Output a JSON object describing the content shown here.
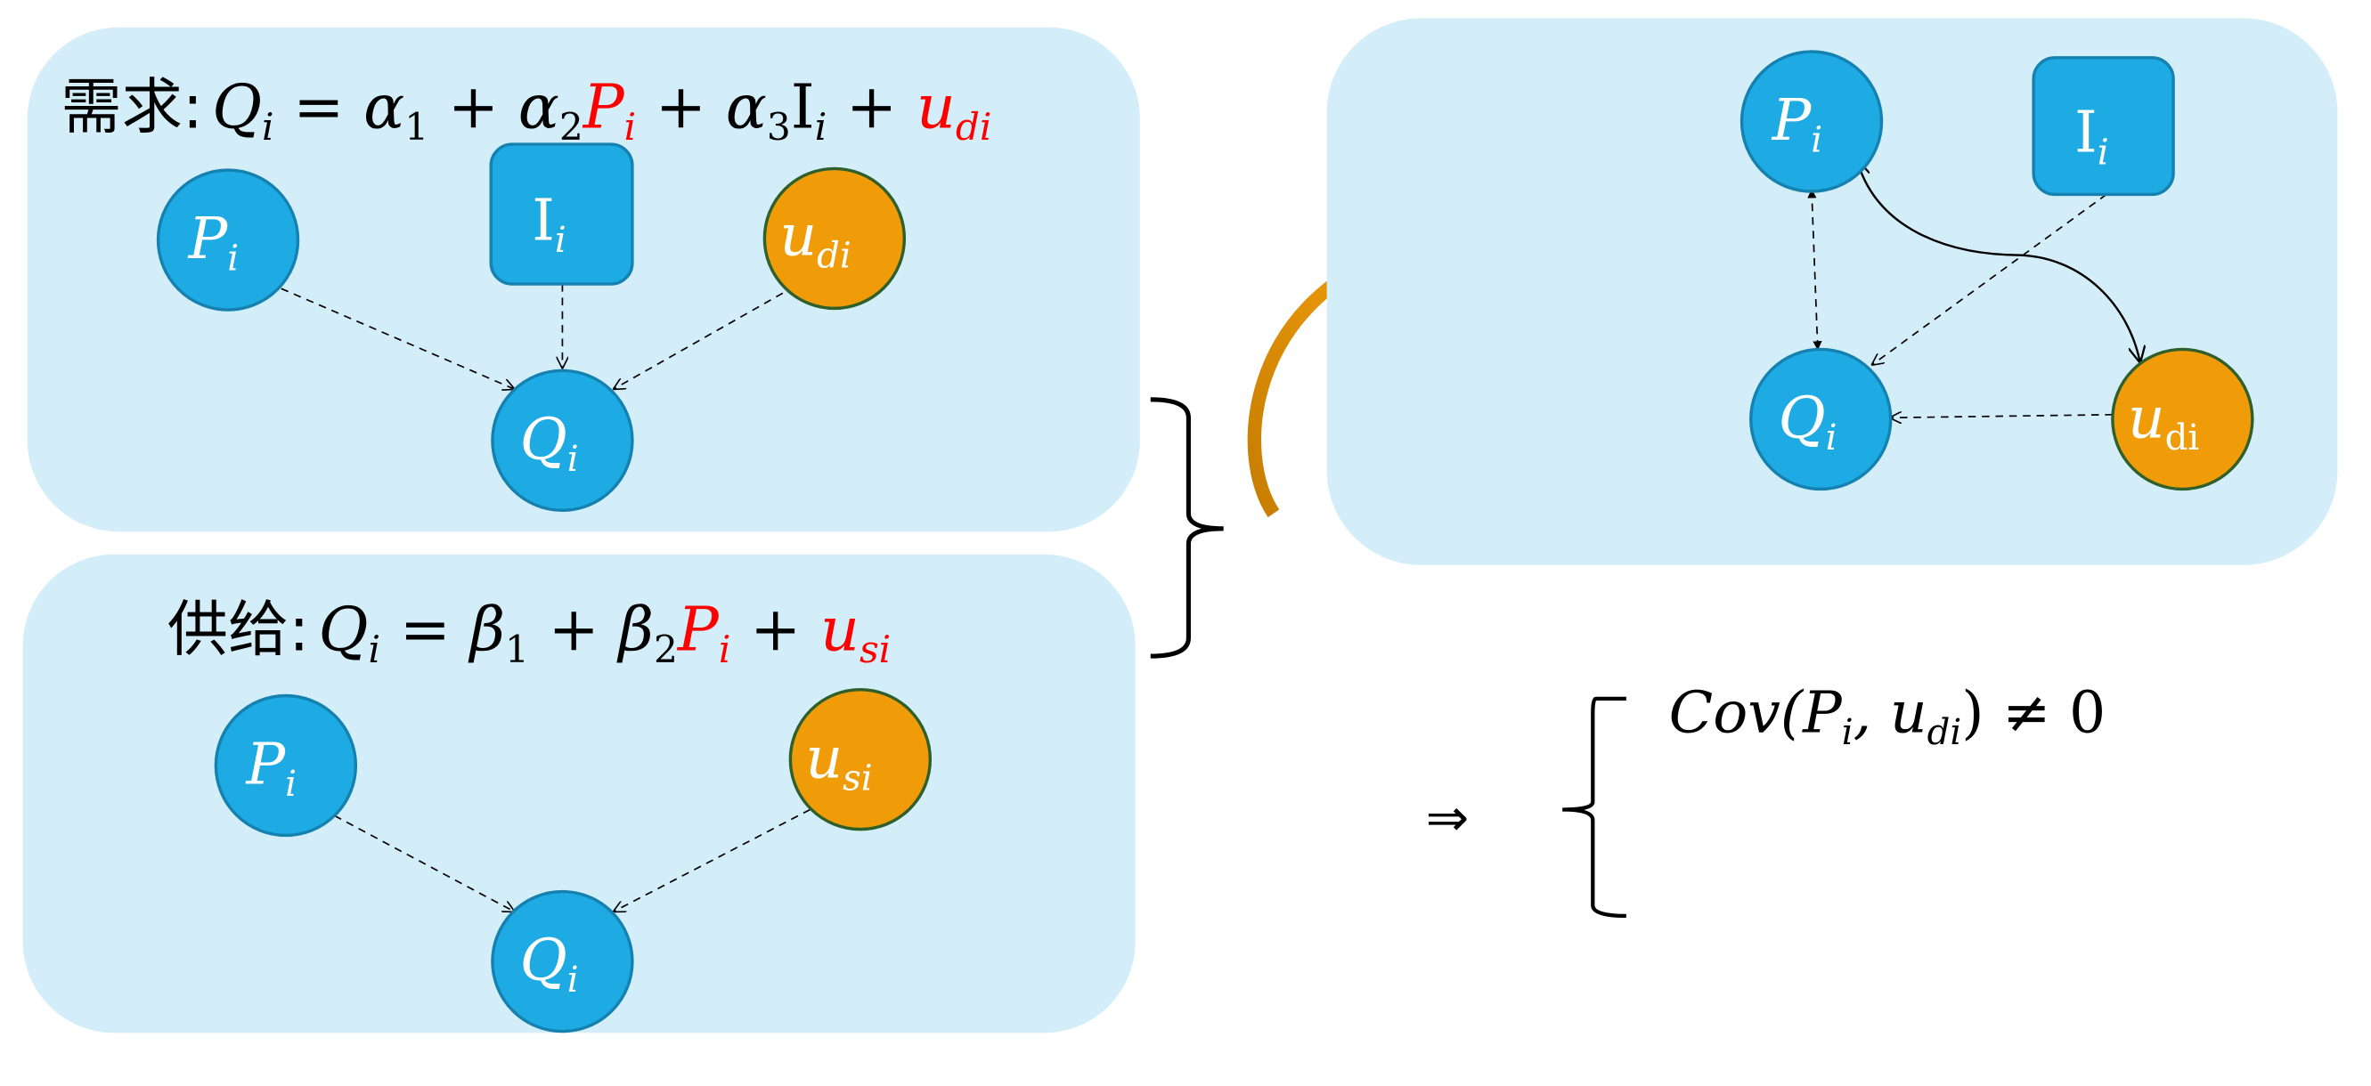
{
  "colors": {
    "panel": "#d3eef8",
    "node_blue": "#1eaae2",
    "node_blue_stroke": "#1581b0",
    "node_orange": "#f09c08",
    "node_orange_stroke": "#2f5f2a",
    "highlight": "#ff0000",
    "arrow_orange": "#f09c08"
  },
  "demand": {
    "label": "需求:",
    "eq": {
      "q": "Q",
      "qi": "i",
      "eq": " = ",
      "a1": "α",
      "a1s": "1",
      "p1": " + ",
      "a2": "α",
      "a2s": "2",
      "P": "P",
      "Pi": "i",
      "p2": " + ",
      "a3": "α",
      "a3s": "3",
      "I": "I",
      "Ii": "i",
      "p3": " + ",
      "u": "u",
      "us": "di"
    },
    "nodes": {
      "P": "P",
      "P_sub": "i",
      "I": "I",
      "I_sub": "i",
      "u": "u",
      "u_sub": "di",
      "Q": "Q",
      "Q_sub": "i"
    }
  },
  "supply": {
    "label": "供给:",
    "eq": {
      "q": "Q",
      "qi": "i",
      "eq": " = ",
      "b1": "β",
      "b1s": "1",
      "p1": " + ",
      "b2": "β",
      "b2s": "2",
      "P": "P",
      "Pi": "i",
      "p2": " + ",
      "u": "u",
      "us": "si"
    },
    "nodes": {
      "P": "P",
      "P_sub": "i",
      "u": "u",
      "u_sub": "si",
      "Q": "Q",
      "Q_sub": "i"
    }
  },
  "combined": {
    "nodes": {
      "P": "P",
      "P_sub": "i",
      "I": "I",
      "I_sub": "i",
      "u": "u",
      "u_sub": "di",
      "Q": "Q",
      "Q_sub": "i"
    }
  },
  "conclusion": {
    "implies": "⇒",
    "cov": {
      "name": "Cov(",
      "P": "P",
      "Pi": "i",
      "comma": ", ",
      "u": "u",
      "us": "di",
      "close": ") ≠ 0"
    }
  }
}
